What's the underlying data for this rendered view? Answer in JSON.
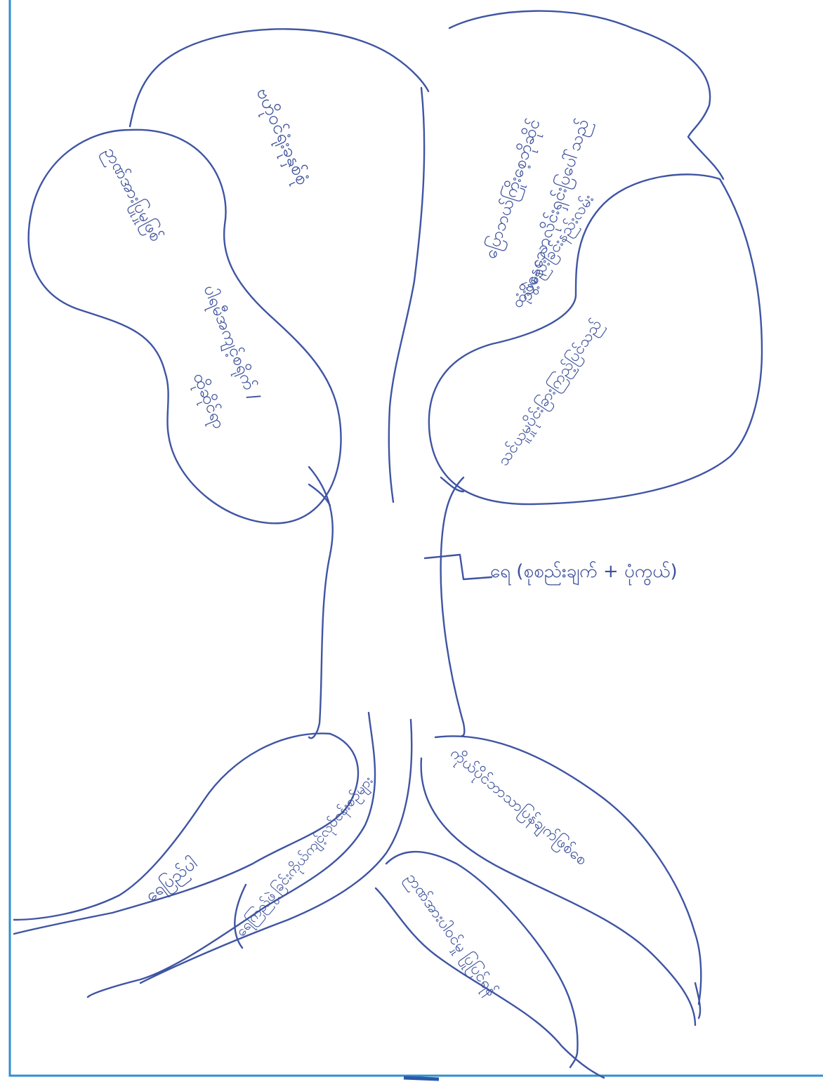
{
  "canopy": {
    "top_left": {
      "lines": [
        "ဗဟိုဝင်ရုံးခုနှစ်စုံ"
      ]
    },
    "top_right": {
      "lines": [
        "ပြောဘယ်ကြိုးစေ့ဘိုဆိုင်",
        "သိနေသောလိုင်းရှင်းပြပေါ်သည်"
      ]
    },
    "left": {
      "lines": [
        "ဉာဏ်အားပြုမှုဖြစ်",
        "ပါရမီအကျင့်စရိုက် /",
        "ထိုဆိုင်ရာ"
      ]
    },
    "right": {
      "lines": [
        "သင်ယူမှုပိုင်းခြားကြည့်ပြင်သည်",
        "ထုံးဖွဲ့စည်းခြင်းနည်းလမ်း"
      ]
    }
  },
  "trunk": {
    "text": "ရေ (စုစည်းချက် + ပုံကွယ်)"
  },
  "roots": {
    "r1": "ရေပြည်ပါ",
    "r2": "ရေကြည်ဖွဲ့ခြင်းကိုယ်ကျင့်လုပ်ငန်းစဉ်များ",
    "r3": "ဉာဏ်အားပါဝင်မှု ပြုပြင်ရန်",
    "r4": "ကိုယ်ပိုင်ဘာသာပြန်ချက်ဖြစ်စေ"
  },
  "colors": {
    "ink": "#3f55a3",
    "frame": "#2f8fd0",
    "paper": "#ffffff"
  }
}
